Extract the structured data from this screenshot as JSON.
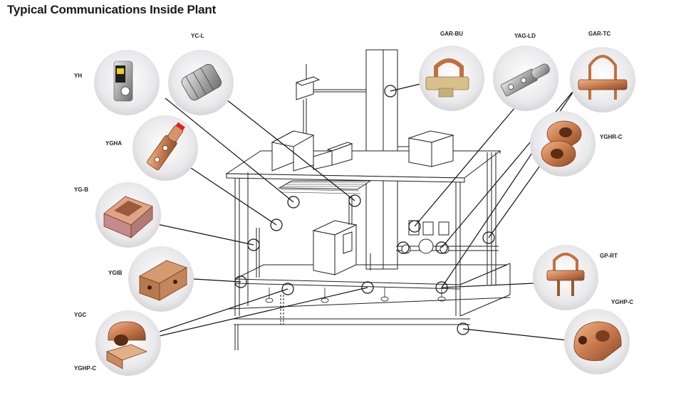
{
  "title": "Typical Communications Inside Plant",
  "parts": [
    {
      "id": "yh",
      "label": "YH",
      "image": "yellow-black-lug"
    },
    {
      "id": "yc-l",
      "label": "YC-L",
      "image": "crimp-sleeve"
    },
    {
      "id": "gar-bu",
      "label": "GAR-BU",
      "image": "u-bolt-clamp"
    },
    {
      "id": "yag-ld",
      "label": "YAG-LD",
      "image": "two-hole-lug"
    },
    {
      "id": "gar-tc",
      "label": "GAR-TC",
      "image": "u-bolt-clamp"
    },
    {
      "id": "ygha",
      "label": "YGHA",
      "image": "two-hole-lug"
    },
    {
      "id": "yghr-c",
      "label": "YGHR-C",
      "image": "figure-eight-connector"
    },
    {
      "id": "yg-b",
      "label": "YG-B",
      "image": "block-connector"
    },
    {
      "id": "ygib",
      "label": "YGIB",
      "image": "insulated-block"
    },
    {
      "id": "gp-rt",
      "label": "GP-RT",
      "image": "u-bolt-clamp"
    },
    {
      "id": "ygc",
      "label": "YGC",
      "image": "c-tap"
    },
    {
      "id": "yghp-c-left",
      "label": "YGHP-C",
      "image": "c-tap"
    },
    {
      "id": "yghp-c-right",
      "label": "YGHP-C",
      "image": "c-tap"
    }
  ]
}
